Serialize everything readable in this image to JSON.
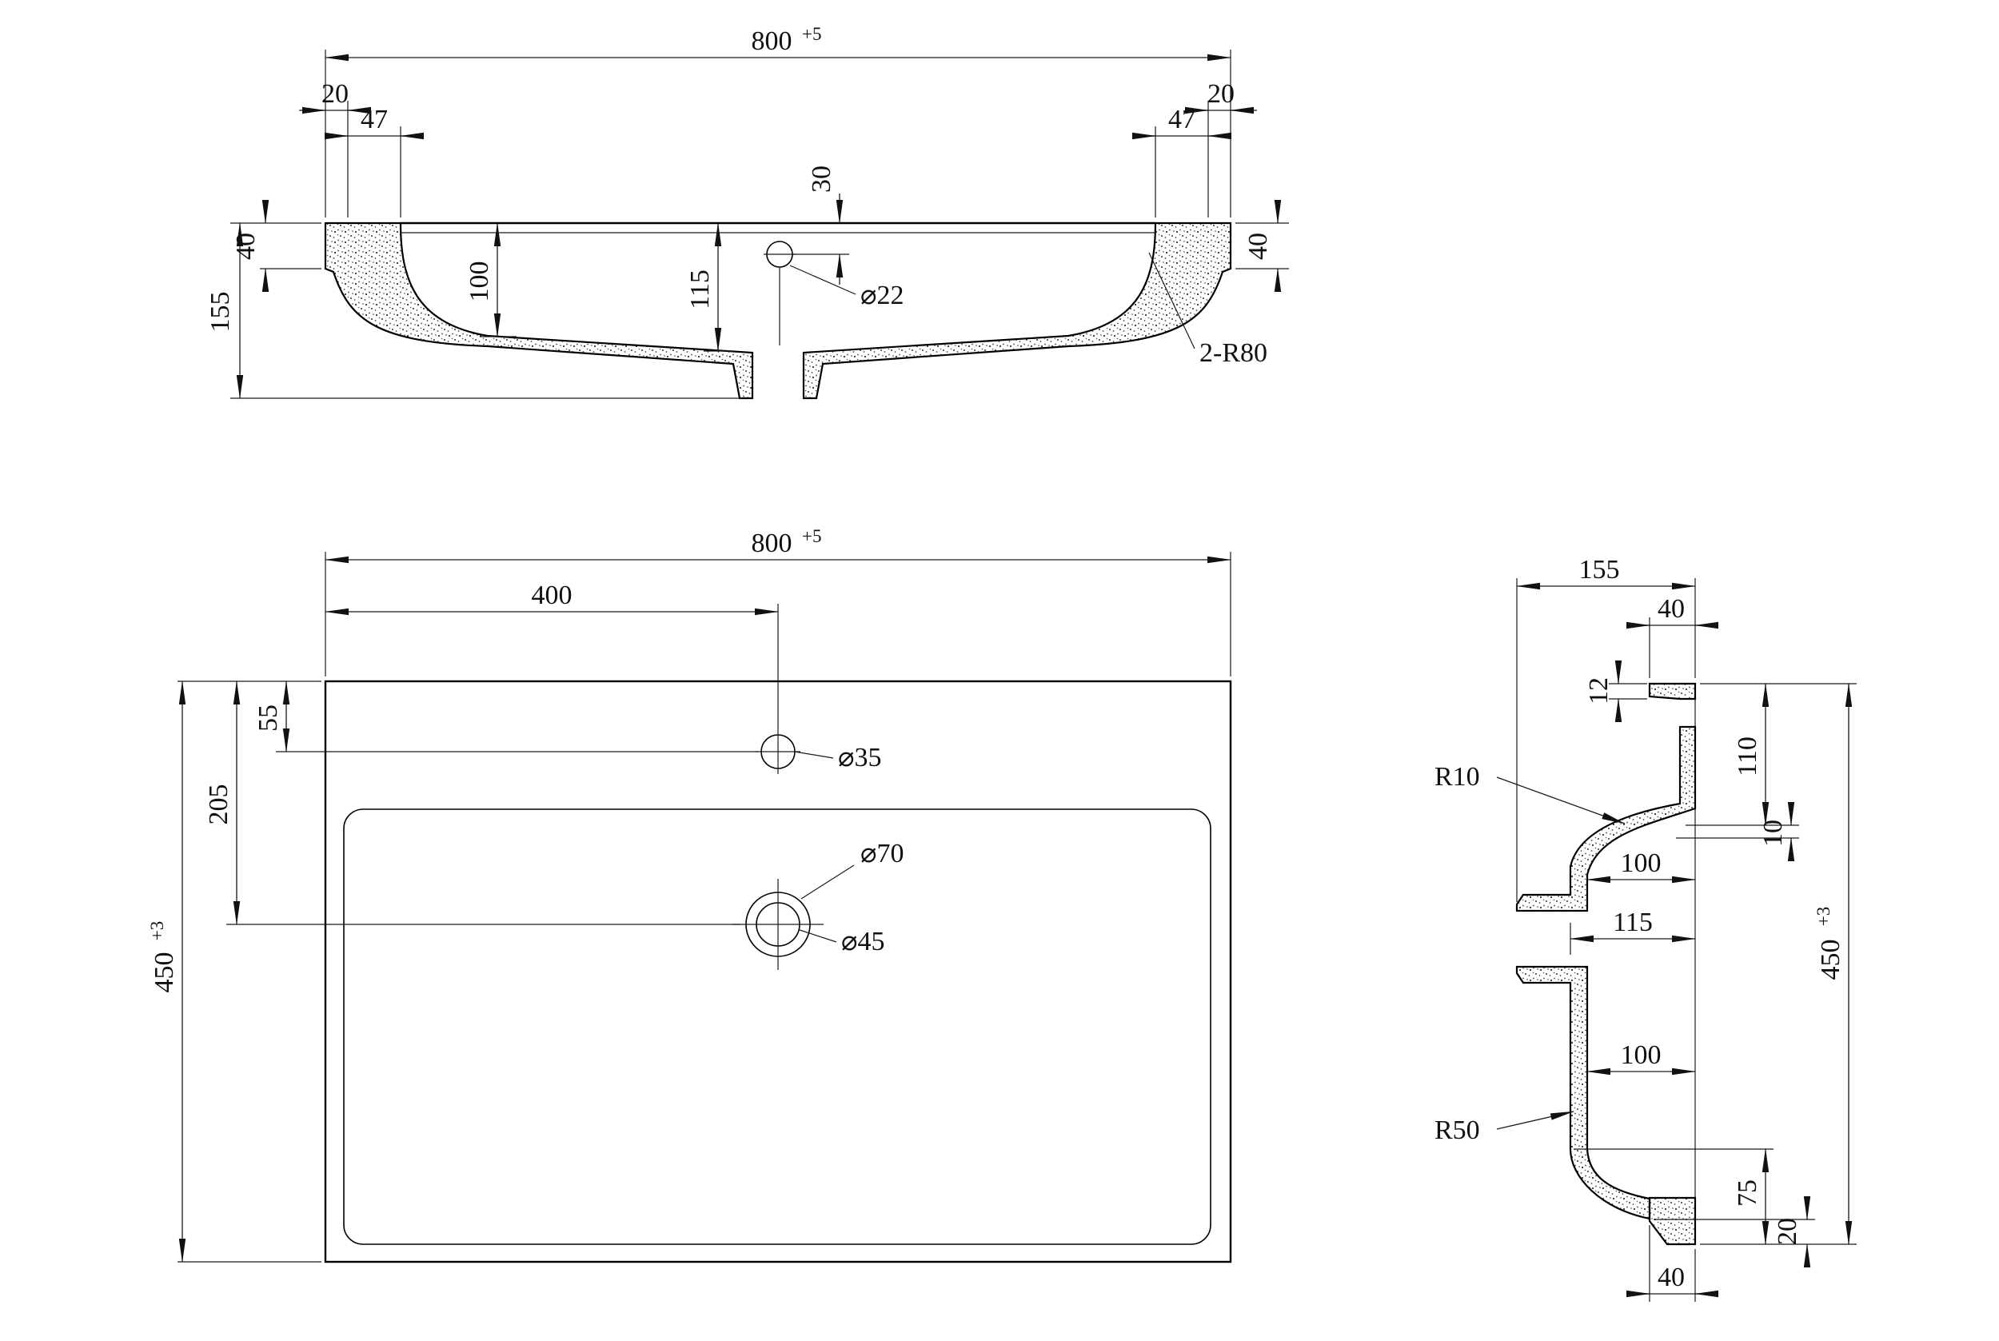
{
  "front": {
    "w": "800",
    "w_tol": "+5",
    "left20": "20",
    "left47": "47",
    "right47": "47",
    "right20": "20",
    "rim40_left": "40",
    "h155": "155",
    "d100": "100",
    "d115": "115",
    "off30": "30",
    "hole_dia": "⌀22",
    "corner_radius": "2-R80",
    "rim40_right": "40"
  },
  "plan": {
    "w": "800",
    "w_tol": "+5",
    "center400": "400",
    "back55": "55",
    "drain205": "205",
    "depth450": "450",
    "depth_tol": "+3",
    "faucet_dia": "⌀35",
    "drain_outer_dia": "⌀70",
    "drain_inner_dia": "⌀45"
  },
  "side": {
    "h155": "155",
    "rim40_top": "40",
    "thk12": "12",
    "back110": "110",
    "lip10": "10",
    "rad_r10": "R10",
    "depth100_upper": "100",
    "depth115": "115",
    "depth450": "450",
    "depth_tol": "+3",
    "depth100_lower": "100",
    "rad_r50": "R50",
    "front75": "75",
    "front20": "20",
    "rim40_bottom": "40"
  }
}
